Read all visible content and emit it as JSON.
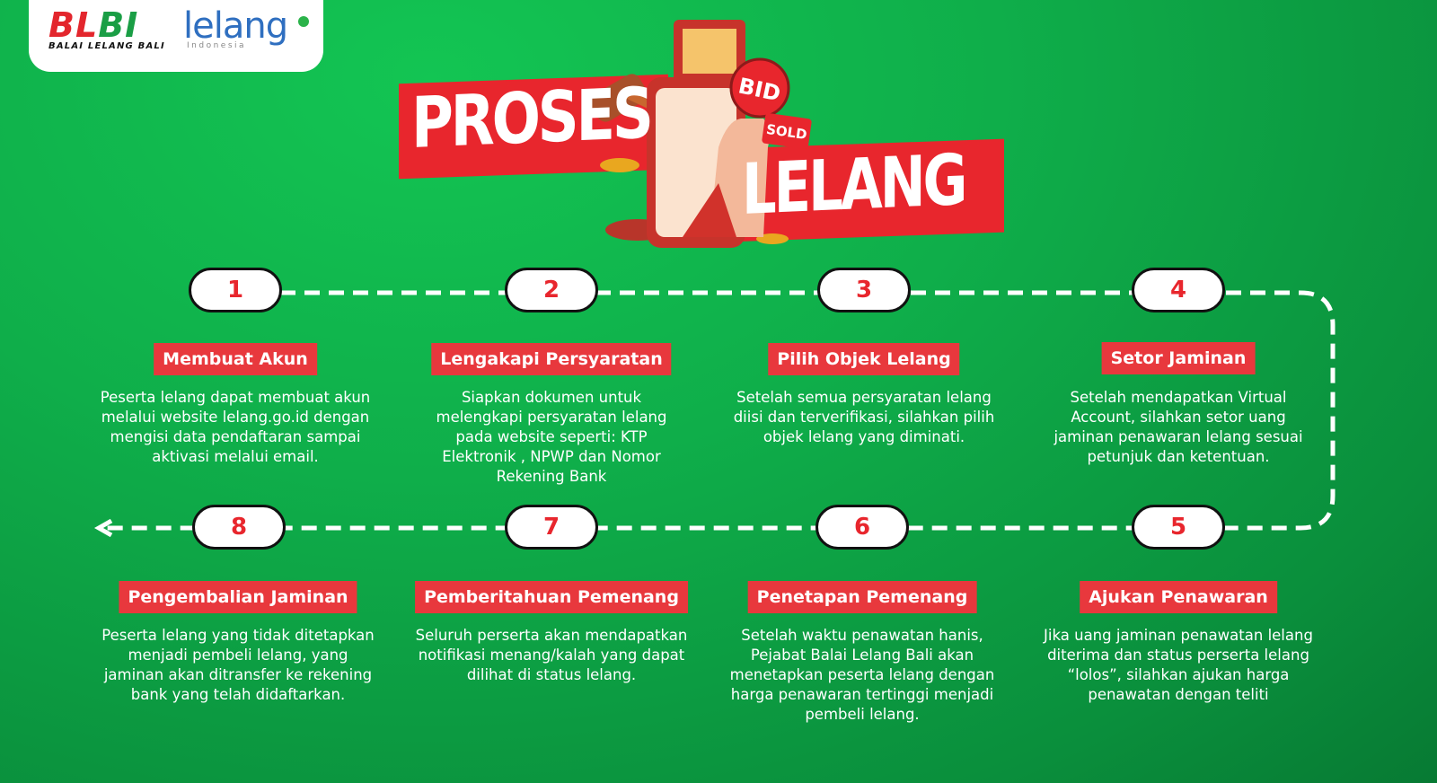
{
  "logos": {
    "blbi_main_a": "BL",
    "blbi_main_b": "BI",
    "blbi_sub": "BALAI LELANG BALI",
    "lelang_main": "lelang",
    "lelang_sub": "Indonesia"
  },
  "headline": {
    "line1": "PROSES",
    "line2": "LELANG",
    "bid_label": "BID",
    "sold_label": "SOLD"
  },
  "steps": [
    {
      "number": "1",
      "title": "Membuat Akun",
      "desc": "Peserta lelang dapat membuat akun melalui website lelang.go.id dengan mengisi data pendaftaran sampai aktivasi melalui email."
    },
    {
      "number": "2",
      "title": "Lengakapi Persyaratan",
      "desc": "Siapkan dokumen untuk melengkapi persyaratan lelang pada website seperti: KTP Elektronik , NPWP dan Nomor Rekening Bank"
    },
    {
      "number": "3",
      "title": "Pilih Objek Lelang",
      "desc": "Setelah semua persyaratan lelang diisi dan terverifikasi, silahkan pilih objek lelang yang diminati."
    },
    {
      "number": "4",
      "title": "Setor Jaminan",
      "desc": "Setelah mendapatkan Virtual Account, silahkan setor uang jaminan penawaran lelang sesuai petunjuk dan ketentuan."
    },
    {
      "number": "5",
      "title": "Ajukan Penawaran",
      "desc": "Jika uang jaminan penawatan lelang diterima dan status perserta lelang “lolos”, silahkan ajukan harga penawatan dengan teliti"
    },
    {
      "number": "6",
      "title": "Penetapan Pemenang",
      "desc": "Setelah waktu penawatan hanis, Pejabat Balai Lelang Bali akan menetapkan peserta lelang dengan harga penawaran tertinggi menjadi pembeli lelang."
    },
    {
      "number": "7",
      "title": "Pemberitahuan Pemenang",
      "desc": "Seluruh perserta akan mendapatkan notifikasi menang/kalah yang dapat dilihat di status lelang."
    },
    {
      "number": "8",
      "title": "Pengembalian Jaminan",
      "desc": "Peserta lelang yang tidak ditetapkan menjadi pembeli lelang, yang jaminan akan ditransfer ke rekening bank yang telah didaftarkan."
    }
  ],
  "colors": {
    "accent_red": "#e8262d",
    "background_green": "#0fae4a"
  }
}
